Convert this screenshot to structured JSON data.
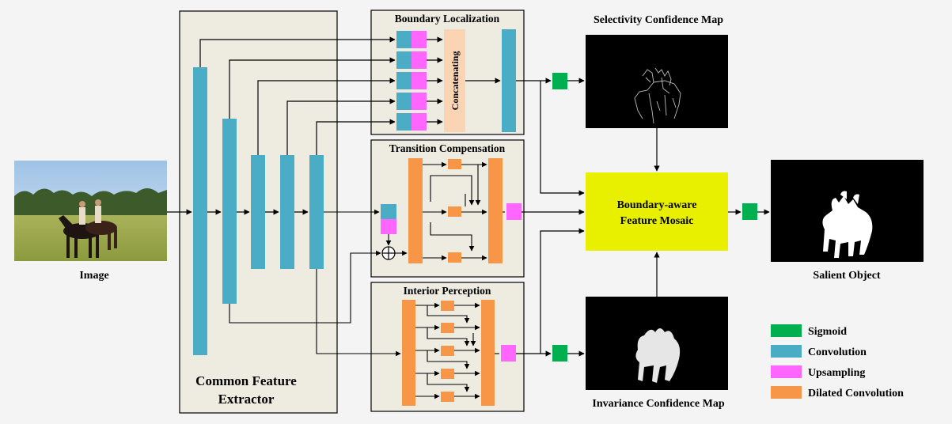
{
  "labels": {
    "image": "Image",
    "common_feature_extractor_line1": "Common Feature",
    "common_feature_extractor_line2": "Extractor",
    "boundary_localization": "Boundary Localization",
    "concatenating": "Concatenating",
    "transition_compensation": "Transition Compensation",
    "interior_perception": "Interior Perception",
    "selectivity_confidence_map": "Selectivity Confidence Map",
    "invariance_confidence_map": "Invariance Confidence Map",
    "mosaic_line1": "Boundary-aware",
    "mosaic_line2": "Feature Mosaic",
    "salient_object": "Salient Object"
  },
  "legend": [
    {
      "label": "Sigmoid",
      "color": "#00b050"
    },
    {
      "label": "Convolution",
      "color": "#4bacc6"
    },
    {
      "label": "Upsampling",
      "color": "#ff66ff"
    },
    {
      "label": "Dilated Convolution",
      "color": "#f79646"
    }
  ],
  "colors": {
    "panel": "#eeece1",
    "conv": "#4bacc6",
    "upsample": "#ff66ff",
    "dilated": "#f79646",
    "sigmoid": "#00b050",
    "concat": "#fbd4b4",
    "mosaic": "#e8f000",
    "map_bg": "#000000"
  }
}
